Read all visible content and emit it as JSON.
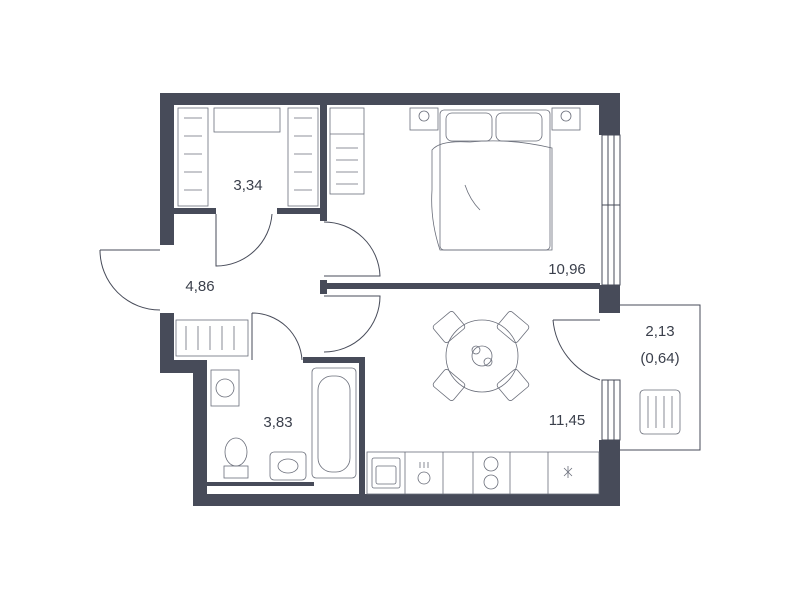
{
  "rooms": [
    {
      "id": "wardrobe",
      "area": "3,34"
    },
    {
      "id": "hall",
      "area": "4,86"
    },
    {
      "id": "bedroom",
      "area": "10,96"
    },
    {
      "id": "bathroom",
      "area": "3,83"
    },
    {
      "id": "kitchen-living",
      "area": "11,45"
    },
    {
      "id": "balcony",
      "area": "2,13",
      "area_reduced": "(0,64)"
    }
  ],
  "colors": {
    "wall": "#474b59",
    "line": "#474b59",
    "text": "#3a3f4b",
    "background": "#ffffff"
  },
  "icons": [
    "bed-icon",
    "nightstand-icon",
    "dining-table-icon",
    "chair-icon",
    "bathtub-icon",
    "toilet-icon",
    "sink-icon",
    "washing-machine-icon",
    "stove-icon",
    "kitchen-sink-icon",
    "tumble-dryer-icon",
    "wardrobe-icon"
  ]
}
